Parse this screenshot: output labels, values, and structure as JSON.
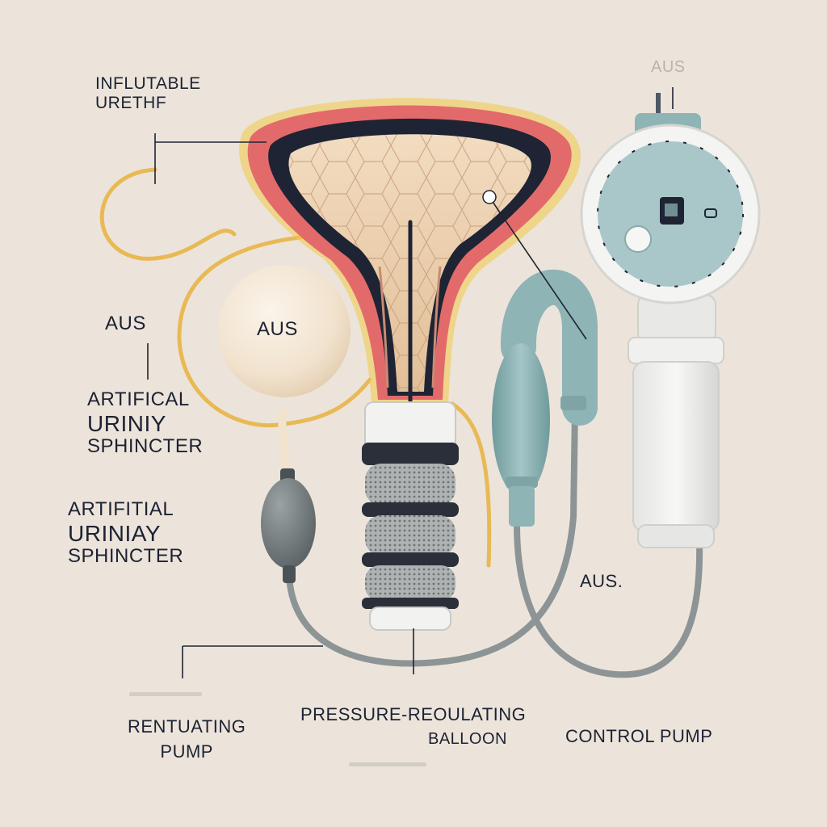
{
  "labels": {
    "inflatable_urethra": [
      "INFLUTABLE",
      "URETHF"
    ],
    "aus_top": "AUS",
    "aus_left": "AUS",
    "aus_balloon": "AUS",
    "artificial_sphincter_1": [
      "ARTIFICAL",
      "URINIY",
      "SPHINCTER"
    ],
    "artificial_sphincter_2": [
      "ARTIFITIAL",
      "URINIAY",
      "SPHINCTER"
    ],
    "aus_dot": "AUS.",
    "rentuating_pump": [
      "RENTUATING",
      "PUMP"
    ],
    "pressure_regulating_balloon": [
      "PRESSURE-REOULATING",
      "BALLOON"
    ],
    "control_pump": "CONTROL PUMP"
  },
  "colors": {
    "background": "#ece4da",
    "bladder_wall": "#e36a6a",
    "bladder_tissue": "#edcfae",
    "tubing_yellow": "#e8b954",
    "device_teal": "#8fb4b6",
    "text": "#1c2233"
  }
}
